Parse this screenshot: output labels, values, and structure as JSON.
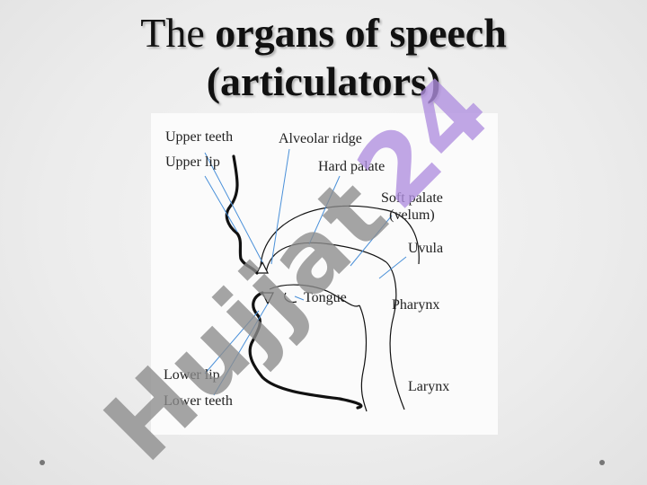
{
  "slide": {
    "title_plain": "The ",
    "title_bold_1": "organs of speech",
    "title_bold_2": "(articulators)"
  },
  "diagram": {
    "labels": {
      "upper_teeth": "Upper teeth",
      "upper_lip": "Upper lip",
      "alveolar_ridge": "Alveolar ridge",
      "hard_palate": "Hard palate",
      "soft_palate_1": "Soft palate",
      "soft_palate_2": "(velum)",
      "uvula": "Uvula",
      "tongue": "Tongue",
      "pharynx": "Pharynx",
      "lower_lip": "Lower lip",
      "lower_teeth": "Lower teeth",
      "larynx": "Larynx"
    },
    "arrow_color": "#4a90d9"
  },
  "watermark": {
    "text": "Hujjat24",
    "color_main": "#8c8c8c",
    "color_accent": "#b08fe0"
  }
}
